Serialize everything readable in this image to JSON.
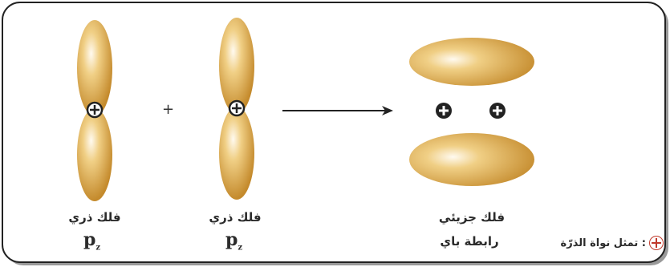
{
  "labels": {
    "atomic_orbital_left": "فلك ذري",
    "atomic_orbital_right": "فلك ذري",
    "orbital_symbol": "p",
    "orbital_subscript": "z",
    "molecular_orbital": "فلك جزيئي",
    "pi_bond": "رابطة باي",
    "plus": "+"
  },
  "legend": {
    "text": ": تمثل نواة الذرّة",
    "icon": "nucleus-plus-icon"
  },
  "colors": {
    "lobe_light": "#fff8e6",
    "lobe_mid": "#e9bf6a",
    "lobe_dark": "#c48a2c",
    "nucleus": "#222222",
    "frame": "#222222",
    "frame_shadow": "#9a9a9a",
    "legend_accent": "#c0392b"
  }
}
